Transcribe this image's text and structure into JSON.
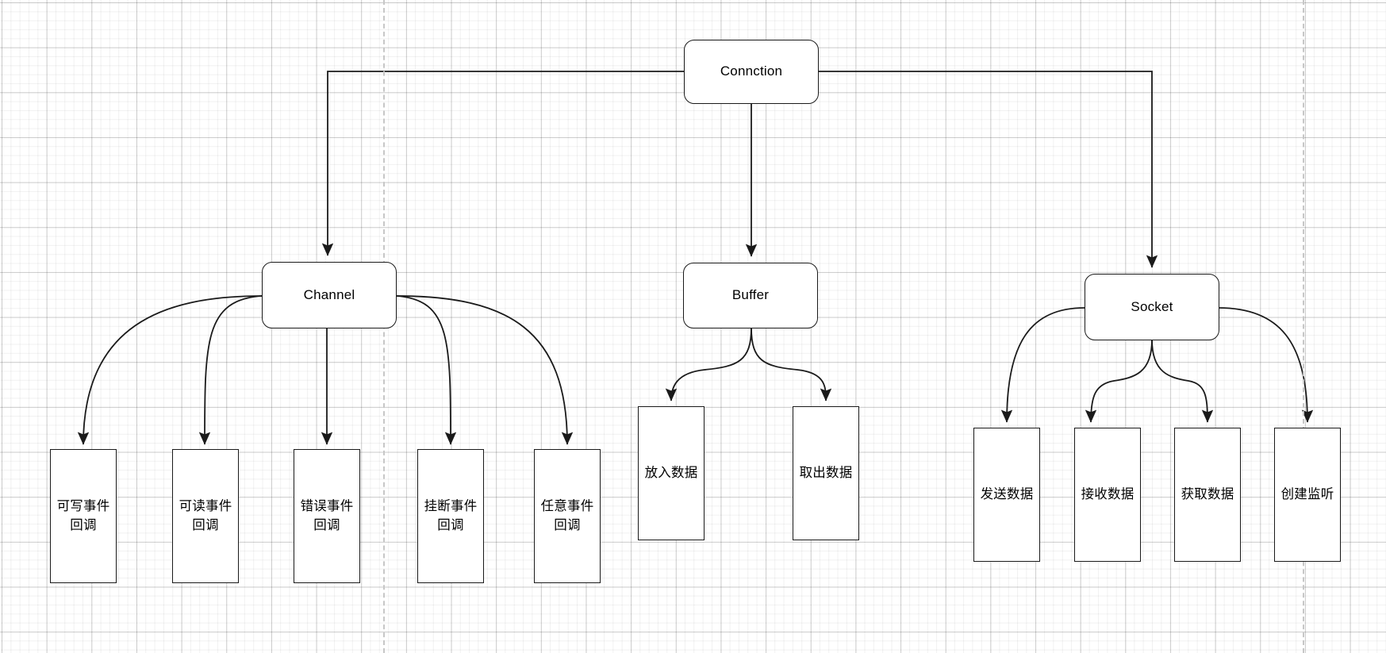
{
  "diagram": {
    "title": "Connction architecture tree",
    "background": "#ffffff",
    "grid_color": "#e8e8e8",
    "line_color": "#1a1a1a",
    "guide_color": "#c7c7c7",
    "nodes": {
      "root": {
        "label": "Connction",
        "shape": "rounded-rect"
      },
      "channel": {
        "label": "Channel",
        "shape": "rounded-rect"
      },
      "buffer": {
        "label": "Buffer",
        "shape": "rounded-rect"
      },
      "socket": {
        "label": "Socket",
        "shape": "rounded-rect"
      },
      "channel_children": [
        {
          "label": "可写事件\n回调"
        },
        {
          "label": "可读事件\n回调"
        },
        {
          "label": "错误事件\n回调"
        },
        {
          "label": "挂断事件\n回调"
        },
        {
          "label": "任意事件\n回调"
        }
      ],
      "buffer_children": [
        {
          "label": "放入数据"
        },
        {
          "label": "取出数据"
        }
      ],
      "socket_children": [
        {
          "label": "发送数据"
        },
        {
          "label": "接收数据"
        },
        {
          "label": "获取数据"
        },
        {
          "label": "创建监听"
        }
      ]
    }
  }
}
